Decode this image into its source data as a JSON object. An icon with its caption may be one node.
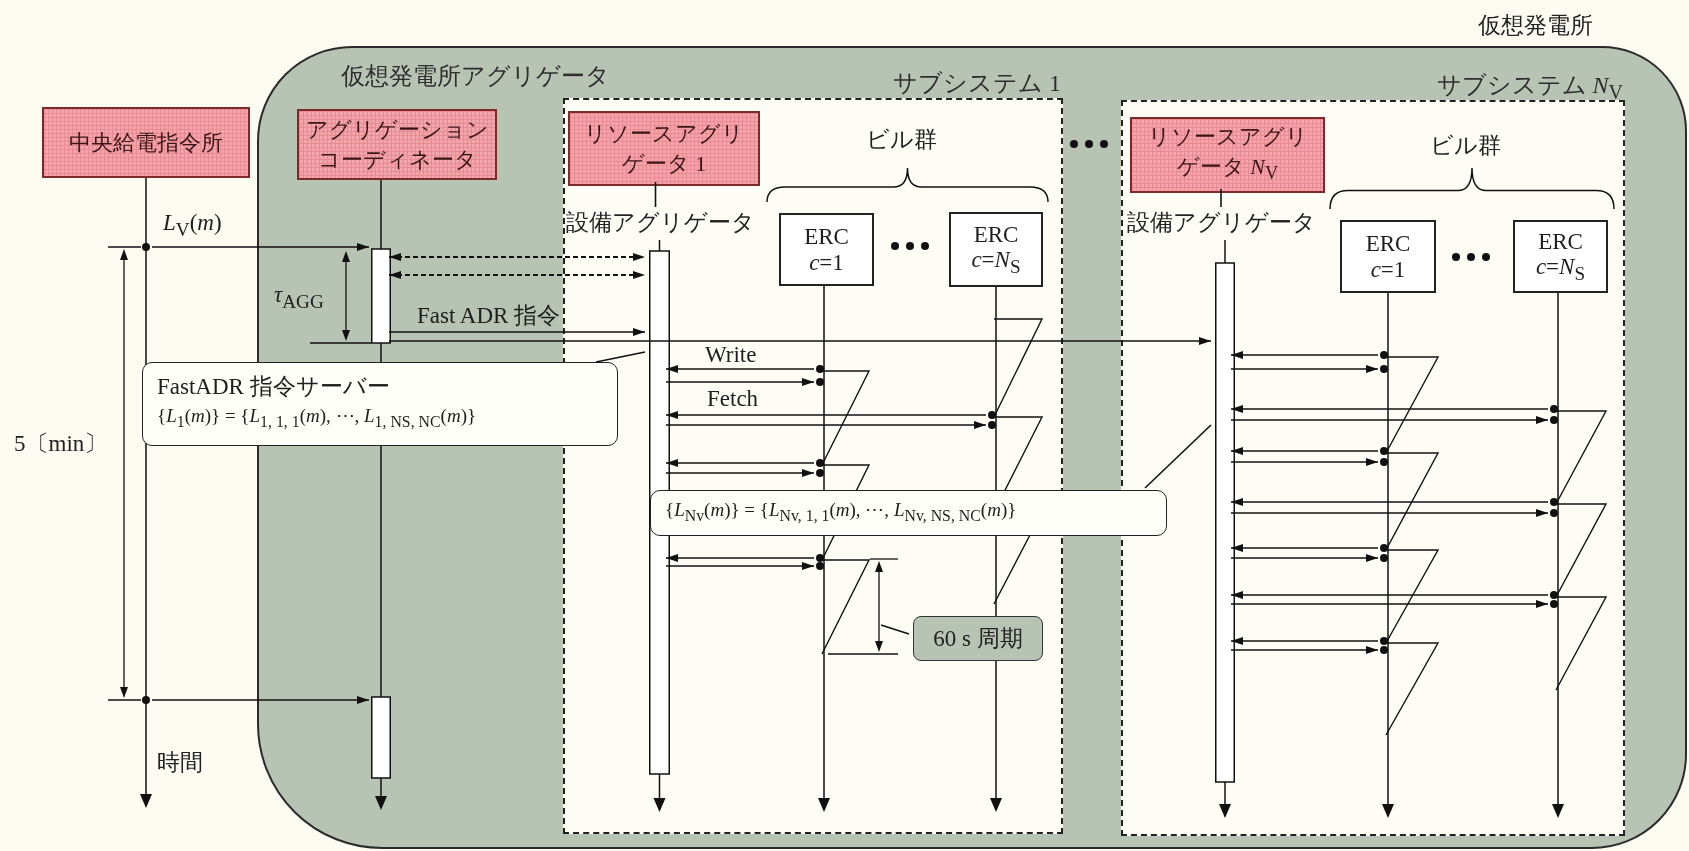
{
  "diagram": {
    "nodes": [
      {
        "text": [
          "仮想発電所アグリゲータ"
        ]
      },
      {
        "text": [
          "中央給電指令所"
        ]
      },
      {
        "text": [],
        "shape": "line"
      },
      {
        "text": [
          "アグリゲーションコーディネータ"
        ],
        "in": 0
      },
      {
        "text": [],
        "shape": "bar",
        "in": 0
      },
      {
        "text": [
          "サブシステム 1"
        ],
        "in": 0
      },
      {
        "text": [
          "リソースアグリゲータ 1"
        ],
        "in": 5
      },
      {
        "text": [],
        "shape": "bar",
        "in": 5
      },
      {
        "text": [
          "ERC *c*=1"
        ],
        "in": 5
      },
      {
        "text": [],
        "shape": "line",
        "in": 5
      },
      {
        "text": [
          "ERC *c*=*N*$_{S}$"
        ],
        "in": 5
      },
      {
        "text": [],
        "shape": "line",
        "in": 5
      },
      {
        "text": [
          "サブシステム *N*$_{V}$"
        ],
        "in": 0
      },
      {
        "text": [
          "リソースアグリゲータ *N*$_{V}$"
        ],
        "in": 12
      },
      {
        "text": [],
        "shape": "bar",
        "in": 12
      },
      {
        "text": [
          "ERC *c*=1"
        ],
        "in": 12
      },
      {
        "text": [],
        "shape": "line",
        "in": 12
      },
      {
        "text": [
          "ERC *c*=*N*$_{S}$"
        ],
        "in": 12
      },
      {
        "text": [],
        "shape": "line",
        "in": 12
      },
      {
        "text": [
          "FastADR 指令サーバー",
          "{*L*$_{1}$(*m*)} = {*L*$_{1, 1, 1}$(*m*), ⋯, *L*$_{1, NS, NC}$(*m*)}"
        ]
      },
      {
        "text": [
          "{*L*$_{Nv}$(*m*)} = {*L*$_{Nv, 1, 1}$(*m*), ⋯, *L*$_{Nv, NS, NC}$(*m*)}"
        ],
        "in": 0
      },
      {
        "text": [
          "60 s 周期"
        ],
        "in": 5
      }
    ],
    "edges": [
      {
        "from": 2,
        "to": 4,
        "arrow": "to",
        "label": "*L*$_{V}$(*m*)"
      },
      {
        "from": 2,
        "to": 4,
        "arrow": "to"
      },
      {
        "from": 4,
        "to": 7,
        "arrow": "both",
        "style": "dashed"
      },
      {
        "from": 4,
        "to": 7,
        "arrow": "both",
        "style": "dashed"
      },
      {
        "from": 4,
        "to": 7,
        "arrow": "to",
        "label": "Fast ADR 指令"
      },
      {
        "from": 4,
        "to": 14,
        "arrow": "to"
      },
      {
        "from": 9,
        "to": 7,
        "arrow": "to",
        "label": "Write"
      },
      {
        "from": 7,
        "to": 9,
        "arrow": "to"
      },
      {
        "from": 9,
        "to": 7,
        "arrow": "to"
      },
      {
        "from": 7,
        "to": 9,
        "arrow": "to"
      },
      {
        "from": 9,
        "to": 7,
        "arrow": "to"
      },
      {
        "from": 7,
        "to": 9,
        "arrow": "to"
      },
      {
        "from": 11,
        "to": 7,
        "arrow": "to",
        "label": "Fetch"
      },
      {
        "from": 7,
        "to": 11,
        "arrow": "to"
      },
      {
        "from": 16,
        "to": 14,
        "arrow": "to"
      },
      {
        "from": 14,
        "to": 16,
        "arrow": "to"
      },
      {
        "from": 16,
        "to": 14,
        "arrow": "to"
      },
      {
        "from": 14,
        "to": 16,
        "arrow": "to"
      },
      {
        "from": 16,
        "to": 14,
        "arrow": "to"
      },
      {
        "from": 14,
        "to": 16,
        "arrow": "to"
      },
      {
        "from": 16,
        "to": 14,
        "arrow": "to"
      },
      {
        "from": 14,
        "to": 16,
        "arrow": "to"
      },
      {
        "from": 18,
        "to": 14,
        "arrow": "to"
      },
      {
        "from": 14,
        "to": 18,
        "arrow": "to"
      },
      {
        "from": 18,
        "to": 14,
        "arrow": "to"
      },
      {
        "from": 14,
        "to": 18,
        "arrow": "to"
      },
      {
        "from": 18,
        "to": 14,
        "arrow": "to"
      },
      {
        "from": 14,
        "to": 18,
        "arrow": "to"
      },
      {
        "from": 19,
        "to": 7,
        "arrow": "none"
      },
      {
        "from": 20,
        "to": 14,
        "arrow": "none"
      },
      {
        "from": 21,
        "to": null,
        "arrow": "none"
      },
      {
        "from": 6,
        "to": 7,
        "arrow": "none"
      },
      {
        "from": 13,
        "to": 14,
        "arrow": "none"
      }
    ],
    "labels": [
      "仮想発電所",
      "ビル群",
      "ビル群",
      "設備アグリゲータ",
      "設備アグリゲータ",
      "*τ*$_{AGG}$",
      "5〔min〕",
      "時間"
    ]
  }
}
